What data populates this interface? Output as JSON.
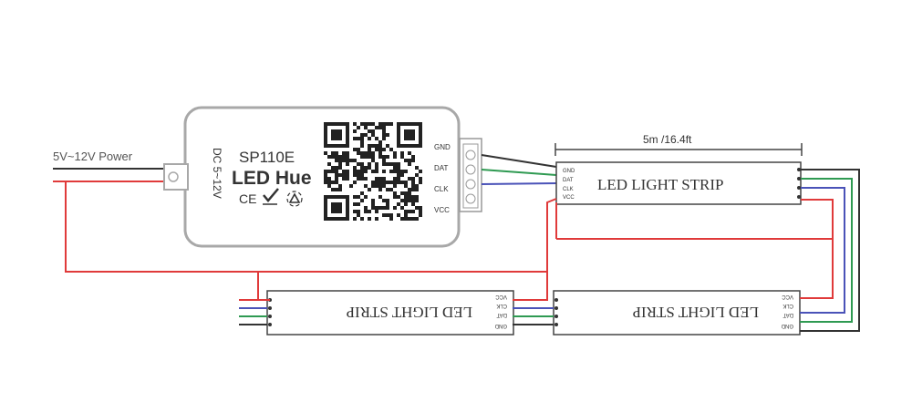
{
  "power_label": "5V~12V Power",
  "controller": {
    "model": "SP110E",
    "name": "LED Hue",
    "dc_label": "DC 5~12V",
    "marks": "CE",
    "pins": [
      "GND",
      "DAT",
      "CLK",
      "VCC"
    ]
  },
  "dimension_label": "5m /16.4ft",
  "strips": {
    "label": "LED LIGHT STRIP",
    "pins": [
      "GND",
      "DAT",
      "CLK",
      "VCC"
    ]
  },
  "colors": {
    "red": "#e03a3a",
    "green": "#2f9a52",
    "blue": "#4a52b8",
    "black": "#333333",
    "outline": "#9a9a9a"
  }
}
